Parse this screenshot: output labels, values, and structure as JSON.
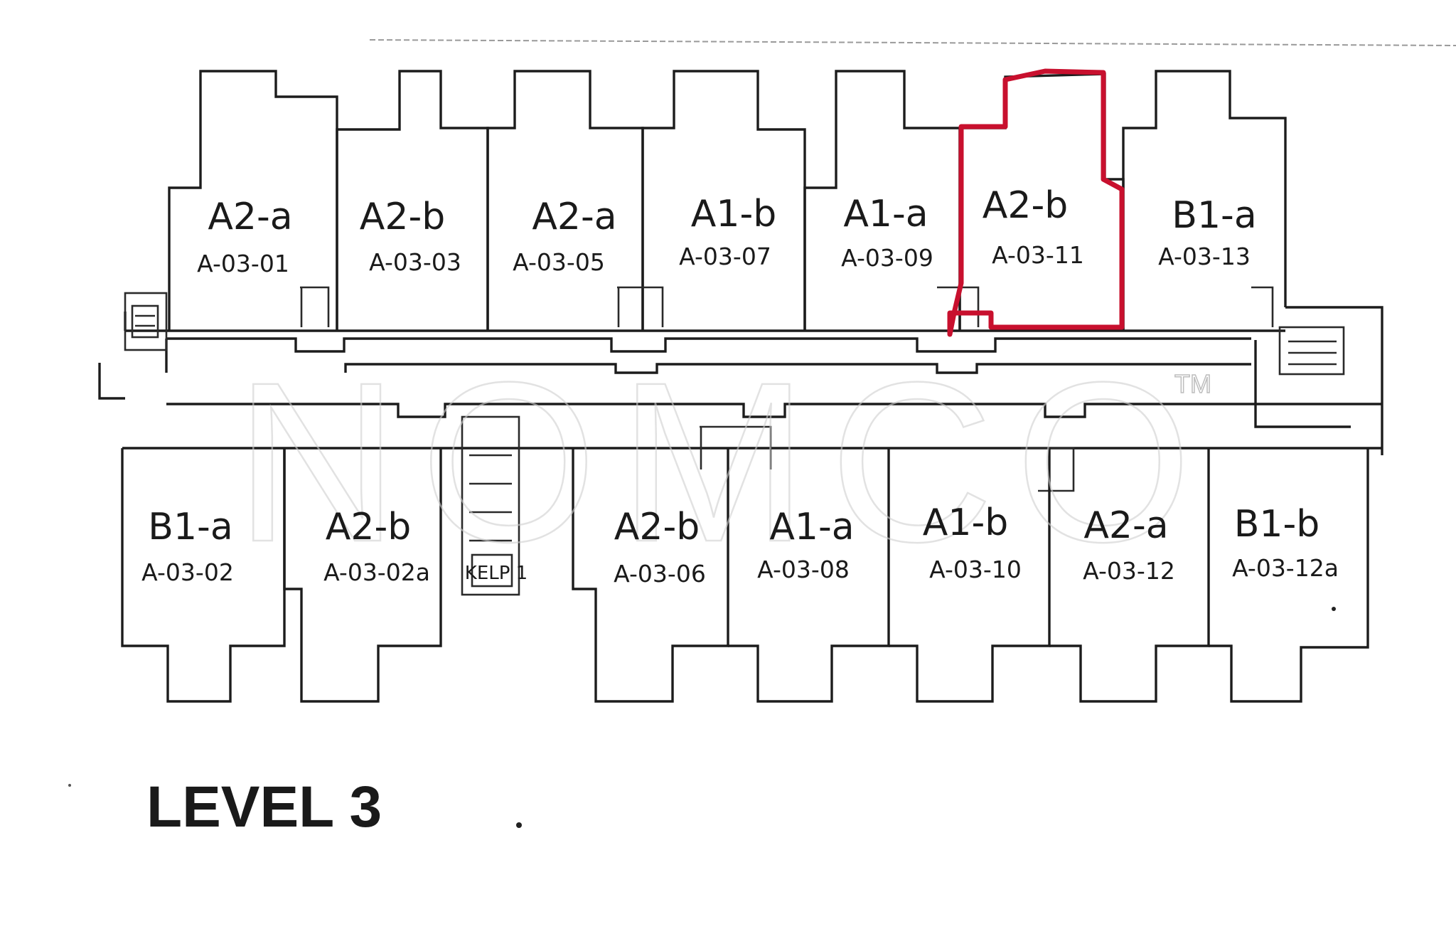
{
  "level_label": "LEVEL 3",
  "watermark": {
    "text": "NOMCO",
    "trademark": "TM"
  },
  "highlight_color": "#c8102e",
  "highlighted_unit": "A-03-11",
  "top_row_units": [
    {
      "type": "A2-a",
      "code": "A-03-01"
    },
    {
      "type": "A2-b",
      "code": "A-03-03"
    },
    {
      "type": "A2-a",
      "code": "A-03-05"
    },
    {
      "type": "A1-b",
      "code": "A-03-07"
    },
    {
      "type": "A1-a",
      "code": "A-03-09"
    },
    {
      "type": "A2-b",
      "code": "A-03-11"
    },
    {
      "type": "B1-a",
      "code": "A-03-13"
    }
  ],
  "bottom_row_units": [
    {
      "type": "B1-a",
      "code": "A-03-02"
    },
    {
      "type": "A2-b",
      "code": "A-03-02a"
    },
    {
      "type": "A2-b",
      "code": "A-03-06"
    },
    {
      "type": "A1-a",
      "code": "A-03-08"
    },
    {
      "type": "A1-b",
      "code": "A-03-10"
    },
    {
      "type": "A2-a",
      "code": "A-03-12"
    },
    {
      "type": "B1-b",
      "code": "A-03-12a"
    }
  ],
  "stair_label": "KELP 1"
}
